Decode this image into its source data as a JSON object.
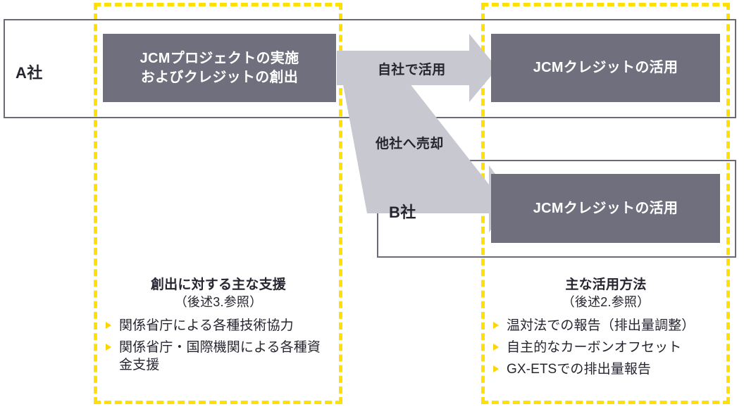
{
  "colors": {
    "accent_yellow": "#ffe000",
    "bullet_yellow": "#ffd400",
    "box_dark_gray": "#6f6f7e",
    "arrow_gray": "#c7c8d0",
    "frame_gray": "#6b6b78",
    "text_dark": "#262631",
    "box_text": "#ffffff",
    "background": "#ffffff"
  },
  "companies": {
    "a": {
      "label": "A社"
    },
    "b": {
      "label": "B社"
    }
  },
  "boxes": {
    "create": {
      "line1": "JCMプロジェクトの実施",
      "line2": "およびクレジットの創出"
    },
    "use_a": {
      "line1": "JCMクレジットの活用"
    },
    "use_b": {
      "line1": "JCMクレジットの活用"
    }
  },
  "arrows": {
    "self_use": "自社で活用",
    "sell_to_other": "他社へ売却"
  },
  "notes": {
    "left": {
      "title": "創出に対する主な支援",
      "subtitle": "（後述3.参照）",
      "items": [
        "関係省庁による各種技術協力",
        "関係省庁・国際機関による各種資金支援"
      ]
    },
    "right": {
      "title": "主な活用方法",
      "subtitle": "（後述2.参照）",
      "items": [
        "温対法での報告（排出量調整）",
        "自主的なカーボンオフセット",
        "GX-ETSでの排出量報告"
      ]
    }
  }
}
